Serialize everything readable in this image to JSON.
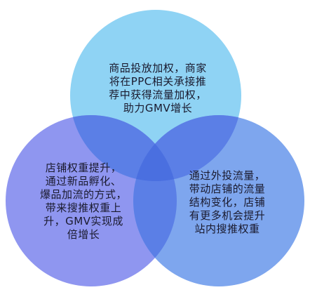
{
  "diagram": {
    "type": "venn-3",
    "circles": [
      {
        "id": "top",
        "text": "商品投放加权，商家\n将在PPC相关承接推\n荐中获得流量加权，\n助力GMV增长",
        "fill": "#8fd3f4"
      },
      {
        "id": "left",
        "text": "店铺权重提升，\n通过新品孵化、\n爆品加流的方式，\n带来搜推权重上\n升，GMV实现成\n倍增长",
        "fill": "#8f96f0"
      },
      {
        "id": "right",
        "text": "通过外投流量，\n带动店铺的流量\n结构变化，店铺\n有更多机会提升\n站内搜推权重",
        "fill": "#7ea6ee"
      }
    ],
    "overlap_fill": "#5b7fe6",
    "center_fill": "#4a6fe0"
  }
}
